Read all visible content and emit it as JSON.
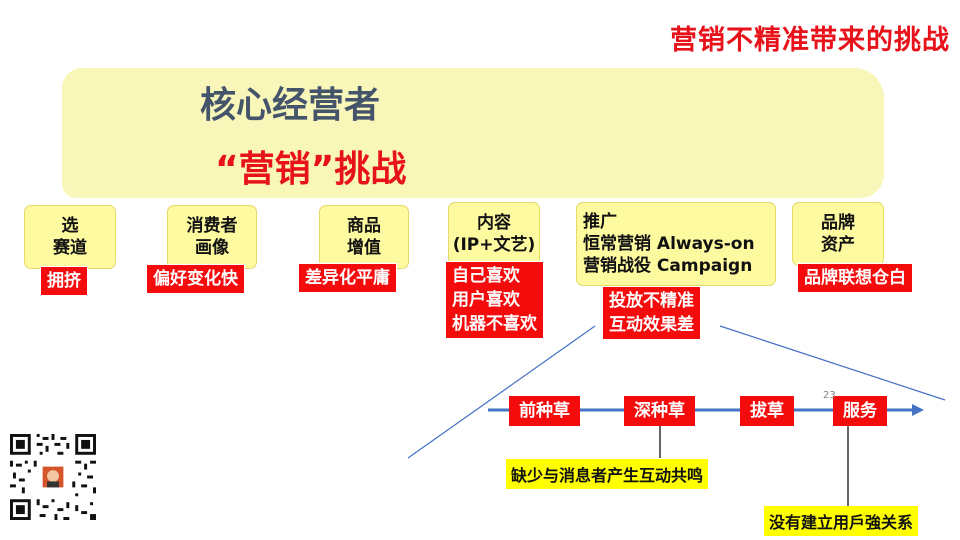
{
  "slide_title": "营销不精准带来的挑战",
  "heading1": "核心经营者",
  "heading2": "“营销”挑战",
  "categories": [
    {
      "label": "选\n赛道",
      "challenge": "拥挤"
    },
    {
      "label": "消费者\n画像",
      "challenge": "偏好变化快"
    },
    {
      "label": "商品\n增值",
      "challenge": "差异化平庸"
    },
    {
      "label": "内容\n(IP+文艺)",
      "challenge": "自己喜欢\n用户喜欢\n机器不喜欢"
    },
    {
      "label": "推广\n恒常营销 Always-on\n营销战役 Campaign",
      "challenge": "投放不精准\n互动效果差"
    },
    {
      "label": "品牌\n资产",
      "challenge": "品牌联想仓白"
    }
  ],
  "flow_steps": [
    "前种草",
    "深种草",
    "拔草",
    "服务"
  ],
  "flow_notes": [
    "缺少与消息者产生互动共鸣",
    "没有建立用戶強关系"
  ],
  "page_number": "23",
  "colors": {
    "title_red": "#e8121a",
    "box_red": "#f40b0b",
    "box_yellow": "#fdfaa0",
    "arrow_blue": "#4472c4",
    "highlight": "#f8f6b8"
  }
}
